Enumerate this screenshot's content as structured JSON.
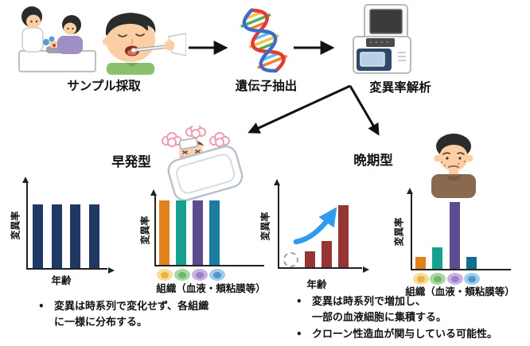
{
  "flow": {
    "steps": [
      {
        "label": "サンプル採取"
      },
      {
        "label": "遺伝子抽出"
      },
      {
        "label": "変異率解析"
      }
    ]
  },
  "branches": {
    "early": {
      "label": "早発型",
      "bullets": [
        "変異は時系列で変化せず、各組織\nに一様に分布する。"
      ]
    },
    "late": {
      "label": "晩期型",
      "bullets": [
        "変異は時系列で増加し、\n一部の血液細胞に集積する。",
        "クローン性造血が関与している可能性。"
      ]
    }
  },
  "chart_data": [
    {
      "type": "bar",
      "panel": "早発型",
      "xlabel": "年齢",
      "ylabel": "変異率",
      "values": [
        1,
        1,
        1,
        1
      ],
      "colors": [
        "#1F3864",
        "#1F3864",
        "#1F3864",
        "#1F3864"
      ],
      "note": "equal mutation rate at all ages"
    },
    {
      "type": "bar",
      "panel": "早発型",
      "xlabel": "組織（血液・頬粘膜等）",
      "ylabel": "変異率",
      "values": [
        1,
        1,
        1,
        1
      ],
      "colors": [
        "#E2821E",
        "#17A090",
        "#5C4B8E",
        "#1B7CA2"
      ],
      "markers": [
        {
          "outer": "#F7DB9B",
          "inner": "#EFB042"
        },
        {
          "outer": "#A9D7A2",
          "inner": "#69B96C"
        },
        {
          "outer": "#C9B2DF",
          "inner": "#9C7EC9"
        },
        {
          "outer": "#9FCDEC",
          "inner": "#4E96CD"
        }
      ],
      "note": "uniform across tissues"
    },
    {
      "type": "bar",
      "panel": "晩期型",
      "xlabel": "年齢",
      "ylabel": "変異率",
      "values": [
        0,
        0.25,
        0.42,
        1
      ],
      "colors": [
        "none",
        "#943634",
        "#943634",
        "#943634"
      ],
      "annotation": "increase-arrow",
      "note": "zero (dashed circle) when young, increasing with age"
    },
    {
      "type": "bar",
      "panel": "晩期型",
      "xlabel": "組織（血液・頬粘膜等）",
      "ylabel": "変異率",
      "values": [
        0.18,
        0.32,
        1,
        0.18
      ],
      "colors": [
        "#E2821E",
        "#17A090",
        "#5C4B8E",
        "#10708E"
      ],
      "markers": [
        {
          "outer": "#F7DB9B",
          "inner": "#EFB042"
        },
        {
          "outer": "#A9D7A2",
          "inner": "#69B96C"
        },
        {
          "outer": "#C9B2DF",
          "inner": "#9C7EC9"
        },
        {
          "outer": "#9FCDEC",
          "inner": "#4E96CD"
        }
      ],
      "note": "accumulation in one tissue (blood)"
    }
  ],
  "icons": {
    "sample_step": "blood-draw-and-cheek-swab-illustration",
    "extract_step": "dna-double-helix-icon",
    "analyze_step": "pcr-thermal-cycler-icon",
    "early_branch": "sick-baby-in-futon-illustration",
    "late_branch": "worried-man-illustration",
    "flow_arrow": "right-arrow",
    "branch_arrows": "split-arrows-down-left-and-right",
    "increase": "curved-up-blue-arrow",
    "zero_point": "dashed-circle-zero-marker"
  },
  "colors": {
    "axis": "#222222",
    "text": "#111111",
    "early_bar": "#1F3864",
    "late_bar": "#943634",
    "increase_arrow": "#2F9BEF"
  }
}
